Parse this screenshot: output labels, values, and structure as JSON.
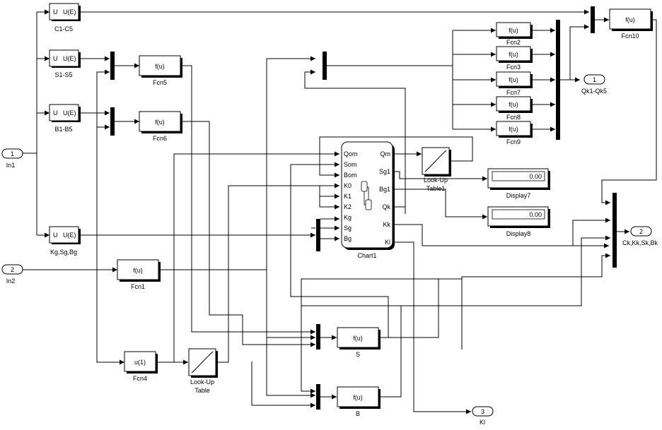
{
  "ports": {
    "in1": {
      "num": "1",
      "label": "In1"
    },
    "in2": {
      "num": "2",
      "label": "In2"
    },
    "out1": {
      "num": "1",
      "label": "Qk1-Qk5"
    },
    "out2": {
      "num": "2",
      "label": "Ck,Kk,Sk,Bk"
    },
    "out3": {
      "num": "3",
      "label": "Kl"
    }
  },
  "selectors": [
    {
      "id": "c1c5",
      "u": "U",
      "ue": "U(E)",
      "label": "C1-C5"
    },
    {
      "id": "s1s5",
      "u": "U",
      "ue": "U(E)",
      "label": "S1-S5"
    },
    {
      "id": "b1b5",
      "u": "U",
      "ue": "U(E)",
      "label": "B1-B5"
    },
    {
      "id": "kgsgbg",
      "u": "U",
      "ue": "U(E)",
      "label": "Kg,Sg,Bg"
    }
  ],
  "fcn_blocks": {
    "fcn5": {
      "text": "f(u)",
      "label": "Fcn5"
    },
    "fcn6": {
      "text": "f(u)",
      "label": "Fcn6"
    },
    "fcn1": {
      "text": "f(u)",
      "label": "Fcn1"
    },
    "fcn4": {
      "text": "u(1)",
      "label": "Fcn4"
    },
    "fcn2": {
      "text": "f(u)",
      "label": "Fcn2"
    },
    "fcn3": {
      "text": "f(u)",
      "label": "Fcn3"
    },
    "fcn7": {
      "text": "f(u)",
      "label": "Fcn7"
    },
    "fcn8": {
      "text": "f(u)",
      "label": "Fcn8"
    },
    "fcn9": {
      "text": "f(u)",
      "label": "Fcn9"
    },
    "fcn10": {
      "text": "f(u)",
      "label": "Fcn10"
    },
    "s": {
      "text": "f(u)",
      "label": "S"
    },
    "b": {
      "text": "f(u)",
      "label": "B"
    }
  },
  "lookup_tables": {
    "table": {
      "label": "Look-Up\nTable",
      "line1": "Look-Up",
      "line2": "Table"
    },
    "table1": {
      "line1": "Look-Up",
      "line2": "Table1"
    }
  },
  "displays": {
    "display7": {
      "value": "0.00",
      "label": "Display7"
    },
    "display8": {
      "value": "0.00",
      "label": "Display8"
    }
  },
  "chart": {
    "label": "Chart1",
    "inputs": [
      "Qom",
      "Som",
      "Bom",
      "K0",
      "K1",
      "K2",
      "Kg",
      "Sg",
      "Bg"
    ],
    "outputs": [
      "Qm",
      "Sg1",
      "Bg1",
      "Qk",
      "Kk",
      "Kl"
    ]
  }
}
